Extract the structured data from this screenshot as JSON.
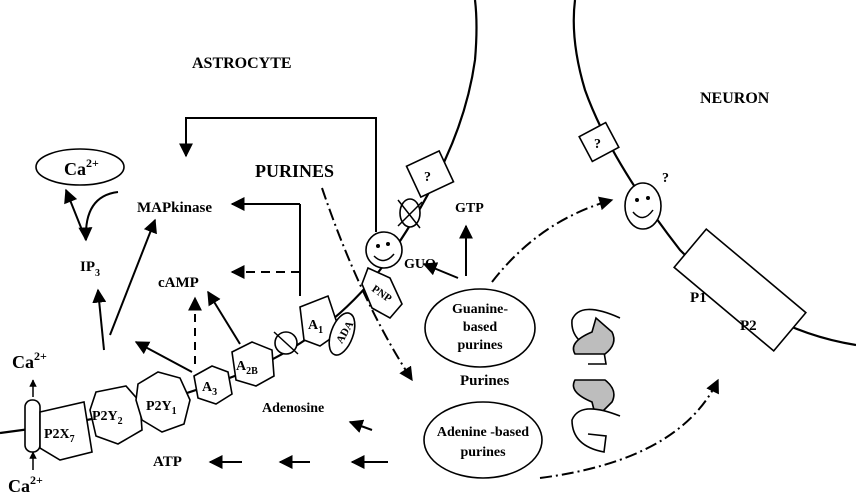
{
  "labels": {
    "astrocyte": "ASTROCYTE",
    "neuron": "NEURON",
    "purines_title": "PURINES",
    "ca_top": "Ca",
    "ca_top_sup": "2+",
    "ca_left": "Ca",
    "ca_left_sup": "2+",
    "ca_bottom": "Ca",
    "ca_bottom_sup": "2+",
    "mapkinase": "MAPkinase",
    "ip3": "IP",
    "ip3_sub": "3",
    "camp": "cAMP",
    "gtp": "GTP",
    "guo": "GUO",
    "pnp": "PNP",
    "ada": "ADA",
    "a1": "A",
    "a1_sub": "1",
    "a2b": "A",
    "a2b_sub": "2B",
    "a3": "A",
    "a3_sub": "3",
    "p2y1": "P2Y",
    "p2y1_sub": "1",
    "p2y2": "P2Y",
    "p2y2_sub": "2",
    "p2x7": "P2X",
    "p2x7_sub": "7",
    "guanine_line1": "Guanine-",
    "guanine_line2": "based",
    "guanine_line3": "purines",
    "adenine_line1": "Adenine -based",
    "adenine_line2": "purines",
    "purines": "Purines",
    "adenosine": "Adenosine",
    "atp": "ATP",
    "p1": "P1",
    "p2": "P2",
    "question": "?",
    "question_receptor": "?",
    "question_neuron": "?",
    "question_neuron_face": "?"
  }
}
